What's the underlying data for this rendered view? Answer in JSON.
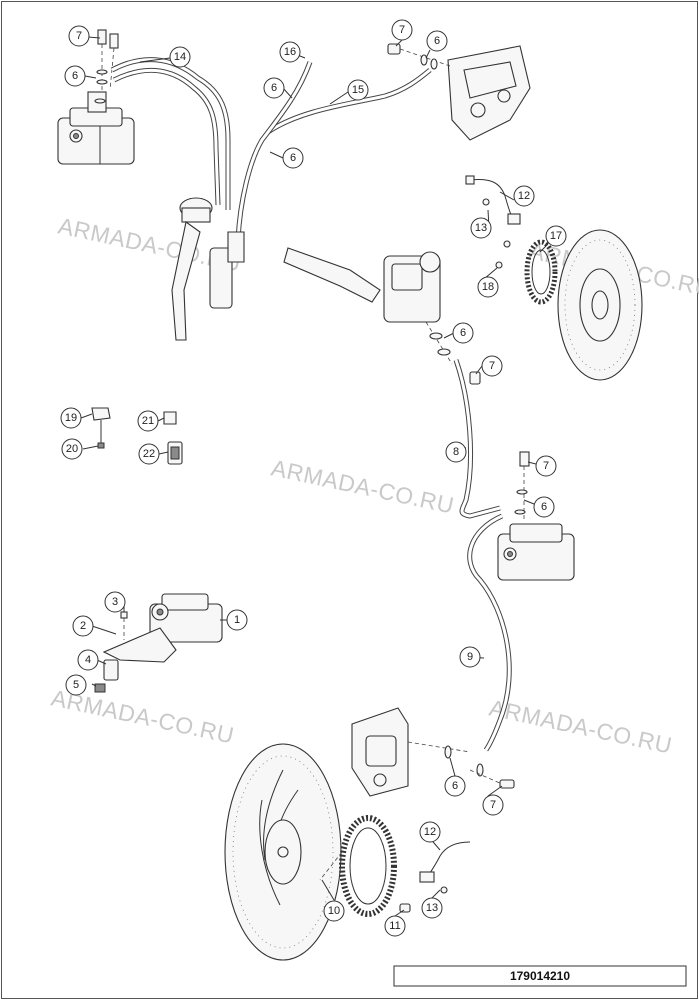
{
  "drawing_number": "179014210",
  "watermark_text": "ARMADA-CO.RU",
  "callouts": {
    "c1": "1",
    "c2": "2",
    "c3": "3",
    "c4": "4",
    "c5": "5",
    "c6a": "6",
    "c6b": "6",
    "c6c": "6",
    "c6d": "6",
    "c6e": "6",
    "c6f": "6",
    "c6g": "6",
    "c7a": "7",
    "c7b": "7",
    "c7c": "7",
    "c7d": "7",
    "c7e": "7",
    "c8": "8",
    "c9": "9",
    "c10": "10",
    "c11": "11",
    "c12a": "12",
    "c12b": "12",
    "c13a": "13",
    "c13b": "13",
    "c14": "14",
    "c15": "15",
    "c16": "16",
    "c17": "17",
    "c18": "18",
    "c19": "19",
    "c20": "20",
    "c21": "21",
    "c22": "22"
  }
}
